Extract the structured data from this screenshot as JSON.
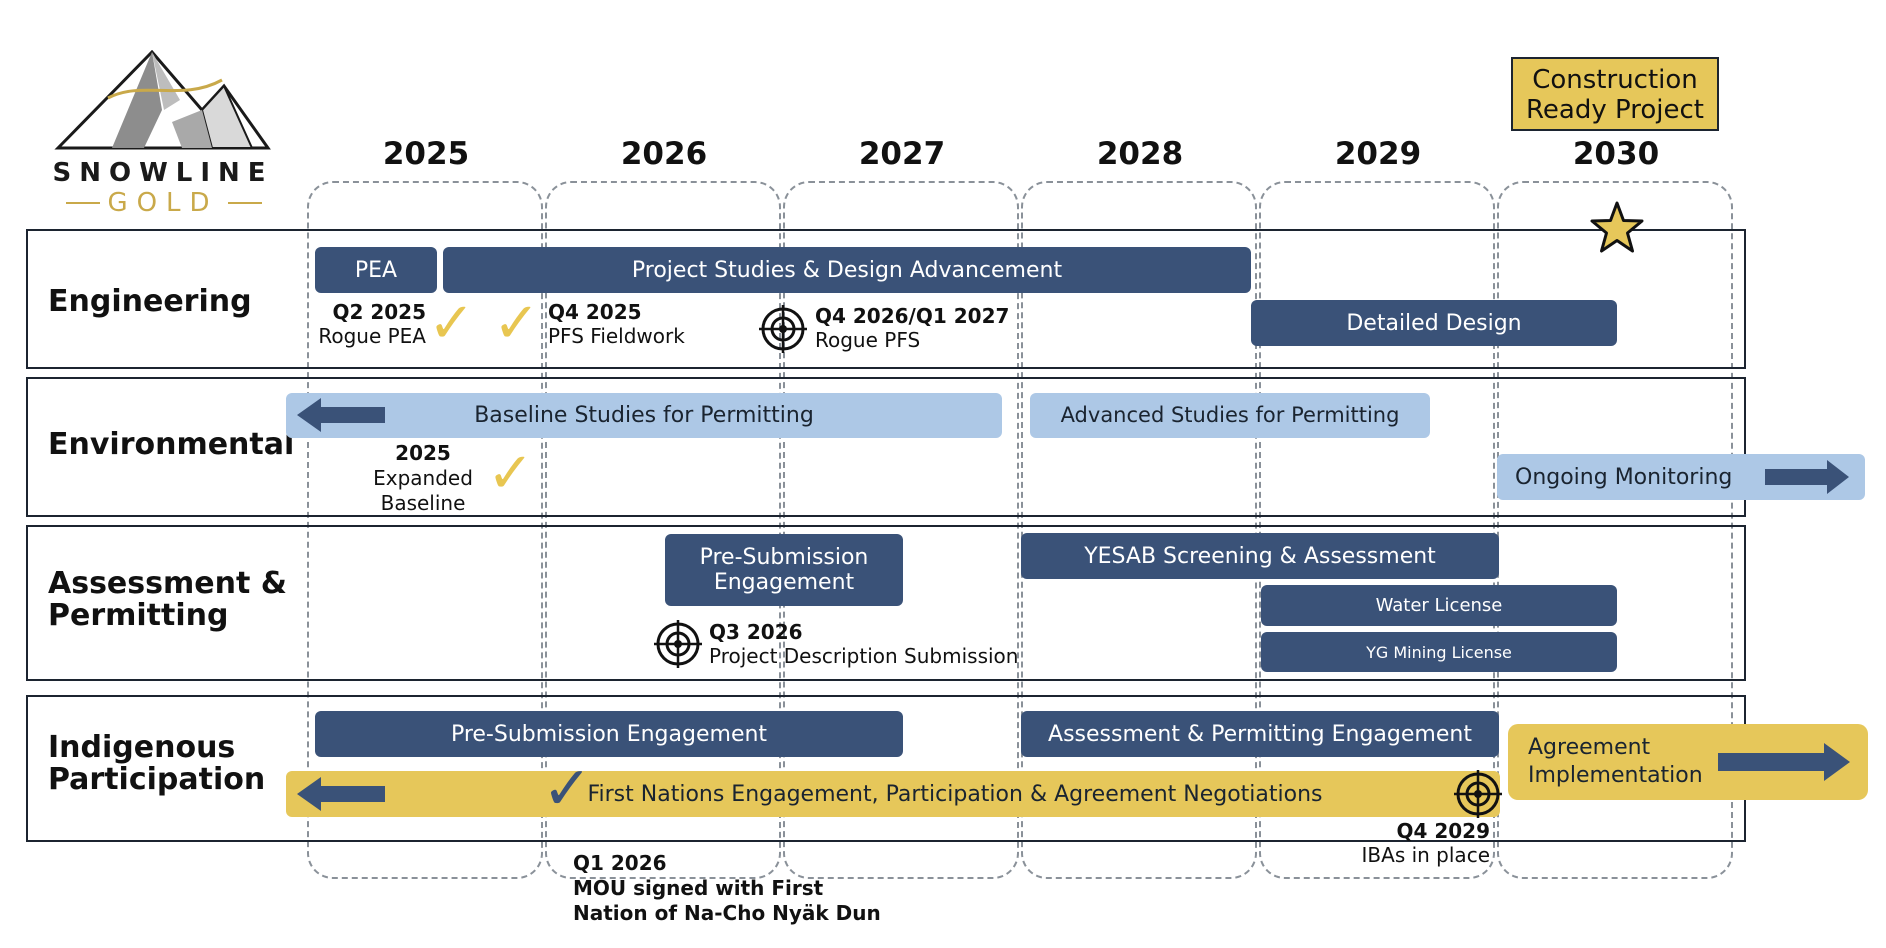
{
  "logo": {
    "line1": "SNOWLINE",
    "line2": "GOLD",
    "icon": "mountain-logo-icon"
  },
  "callout": {
    "line1": "Construction",
    "line2": "Ready Project"
  },
  "years": [
    "2025",
    "2026",
    "2027",
    "2028",
    "2029",
    "2030"
  ],
  "rows": {
    "engineering": "Engineering",
    "environmental": "Environmental",
    "assessment_l1": "Assessment &",
    "assessment_l2": "Permitting",
    "indigenous_l1": "Indigenous",
    "indigenous_l2": "Participation"
  },
  "bars": {
    "pea": "PEA",
    "project_studies": "Project Studies & Design Advancement",
    "detailed_design": "Detailed Design",
    "baseline": "Baseline Studies for Permitting",
    "advanced": "Advanced Studies for Permitting",
    "ongoing": "Ongoing Monitoring",
    "presub_eng_l1": "Pre-Submission",
    "presub_eng_l2": "Engagement",
    "yesab": "YESAB Screening & Assessment",
    "water": "Water License",
    "yg_mining": "YG Mining License",
    "presub_indig": "Pre-Submission Engagement",
    "assess_perm_eng": "Assessment & Permitting Engagement",
    "first_nations": "First Nations Engagement, Participation & Agreement Negotiations",
    "agreement_l1": "Agreement",
    "agreement_l2": "Implementation"
  },
  "milestones": {
    "q2_2025_a": "Q2 2025",
    "q2_2025_b": "Rogue PEA",
    "q4_2025_a": "Q4 2025",
    "q4_2025_b": "PFS Fieldwork",
    "q4_2026_a": "Q4 2026/Q1 2027",
    "q4_2026_b": "Rogue PFS",
    "exp_a": "2025",
    "exp_b": "Expanded",
    "exp_c": "Baseline",
    "q3_2026_a": "Q3 2026",
    "q3_2026_b": "Project Description Submission",
    "q1_2026_a": "Q1 2026",
    "q1_2026_b": "MOU signed with First",
    "q1_2026_c": "Nation of Na-Cho Nyäk Dun",
    "q4_2029_a": "Q4 2029",
    "q4_2029_b": "IBAs in place"
  },
  "colors": {
    "navy": "#3a5278",
    "light_blue": "#adc8e6",
    "gold": "#e6c75a",
    "check": "#e8c651"
  }
}
